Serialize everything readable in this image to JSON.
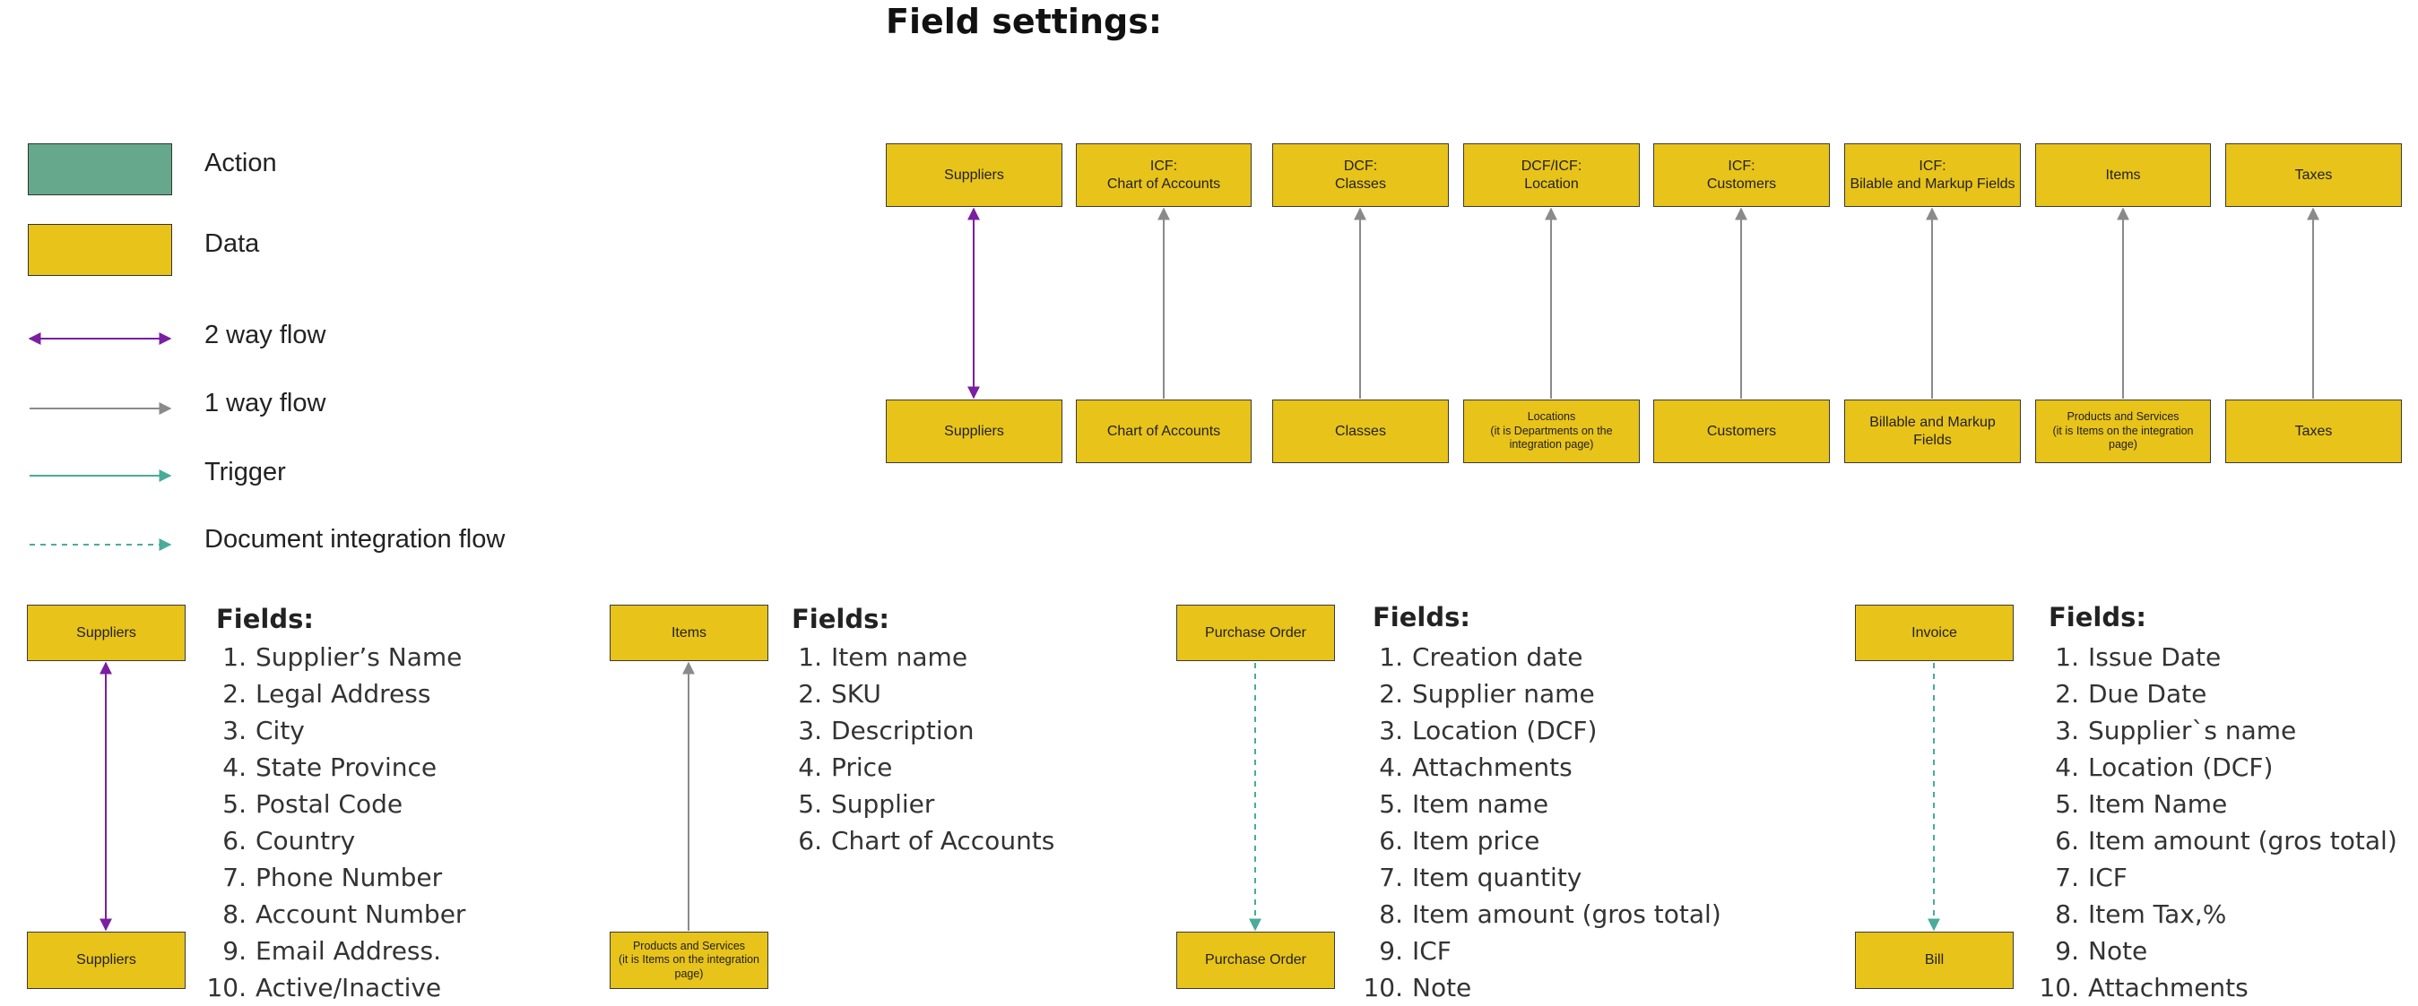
{
  "title": "Field settings:",
  "legend": [
    {
      "label": "Action"
    },
    {
      "label": "Data"
    },
    {
      "label": "2 way flow"
    },
    {
      "label": "1 way flow"
    },
    {
      "label": "Trigger"
    },
    {
      "label": "Document integration flow"
    }
  ],
  "colors": {
    "action": "#65a88c",
    "data": "#e8c31a",
    "two_way": "#7a1fa2",
    "one_way": "#8a8a8a",
    "trigger": "#4aab9a",
    "doc_flow": "#4aab9a"
  },
  "top_mappings": [
    {
      "top": "Suppliers",
      "bottom": "Suppliers",
      "flow": "2 way flow"
    },
    {
      "top": "ICF:\nChart of Accounts",
      "bottom": "Chart of Accounts",
      "flow": "1 way flow"
    },
    {
      "top": "DCF:\nClasses",
      "bottom": "Classes",
      "flow": "1 way flow"
    },
    {
      "top": "DCF/ICF:\nLocation",
      "bottom": "Locations\n(it is Departments on the\nintegration page)",
      "flow": "1 way flow"
    },
    {
      "top": "ICF:\nCustomers",
      "bottom": "Customers",
      "flow": "1 way flow"
    },
    {
      "top": "ICF:\nBilable and Markup Fields",
      "bottom": "Billable and Markup\nFields",
      "flow": "1 way flow"
    },
    {
      "top": "Items",
      "bottom": "Products and Services\n(it is Items on the integration\npage)",
      "flow": "1 way flow"
    },
    {
      "top": "Taxes",
      "bottom": "Taxes",
      "flow": "1 way flow"
    }
  ],
  "field_groups": [
    {
      "top": "Suppliers",
      "bottom": "Suppliers",
      "flow": "2 way flow",
      "heading": "Fields:",
      "fields": [
        "Supplier’s Name",
        "Legal Address",
        "City",
        "State Province",
        "Postal Code",
        "Country",
        "Phone Number",
        "Account Number",
        "Email Address.",
        "Active/Inactive"
      ]
    },
    {
      "top": "Items",
      "bottom": "Products and Services\n(it is Items on the integration\npage)",
      "flow": "1 way flow",
      "heading": "Fields:",
      "fields": [
        "Item name",
        "SKU",
        "Description",
        "Price",
        "Supplier",
        "Chart of Accounts"
      ]
    },
    {
      "top": "Purchase Order",
      "bottom": "Purchase Order",
      "flow": "Document integration flow",
      "heading": "Fields:",
      "fields": [
        "Creation date",
        "Supplier name",
        "Location (DCF)",
        "Attachments",
        "Item name",
        "Item price",
        "Item quantity",
        "Item amount (gros total)",
        "ICF",
        "Note"
      ]
    },
    {
      "top": "Invoice",
      "bottom": "Bill",
      "flow": "Document integration flow",
      "heading": "Fields:",
      "fields": [
        "Issue Date",
        "Due Date",
        "Supplier`s name",
        "Location (DCF)",
        "Item Name",
        "Item amount (gros total)",
        "ICF",
        "Item Tax,%",
        "Note",
        "Attachments"
      ]
    }
  ]
}
